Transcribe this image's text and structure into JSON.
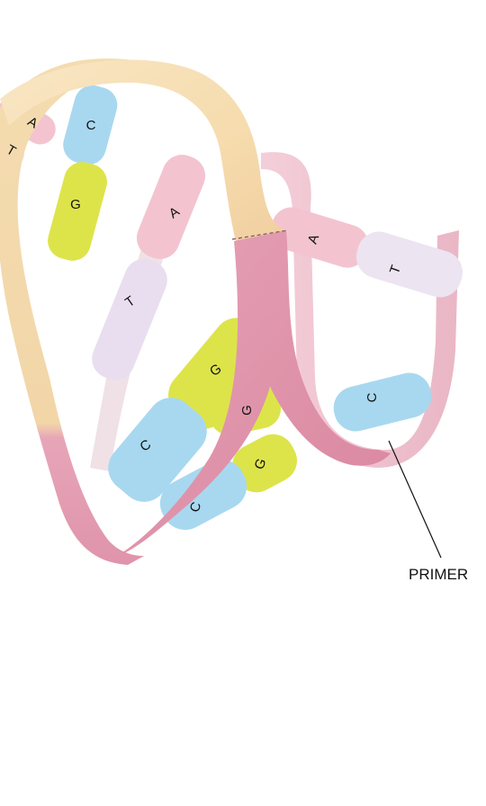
{
  "diagram": {
    "callout": {
      "label": "PRIMER"
    },
    "bases": [
      {
        "letter": "A"
      },
      {
        "letter": "T"
      },
      {
        "letter": "C"
      },
      {
        "letter": "G"
      },
      {
        "letter": "A"
      },
      {
        "letter": "T"
      },
      {
        "letter": "A"
      },
      {
        "letter": "T"
      },
      {
        "letter": "G"
      },
      {
        "letter": "G"
      },
      {
        "letter": "C"
      },
      {
        "letter": "C"
      },
      {
        "letter": "G"
      },
      {
        "letter": "C"
      }
    ],
    "colors": {
      "A": "#f3c4d0",
      "T": "#e9def0",
      "C": "#a8d8ef",
      "G": "#dde44a",
      "backbone_yellow": "#f7e2b8",
      "backbone_pink": "#e7a6b8",
      "background": "#ffffff"
    }
  }
}
